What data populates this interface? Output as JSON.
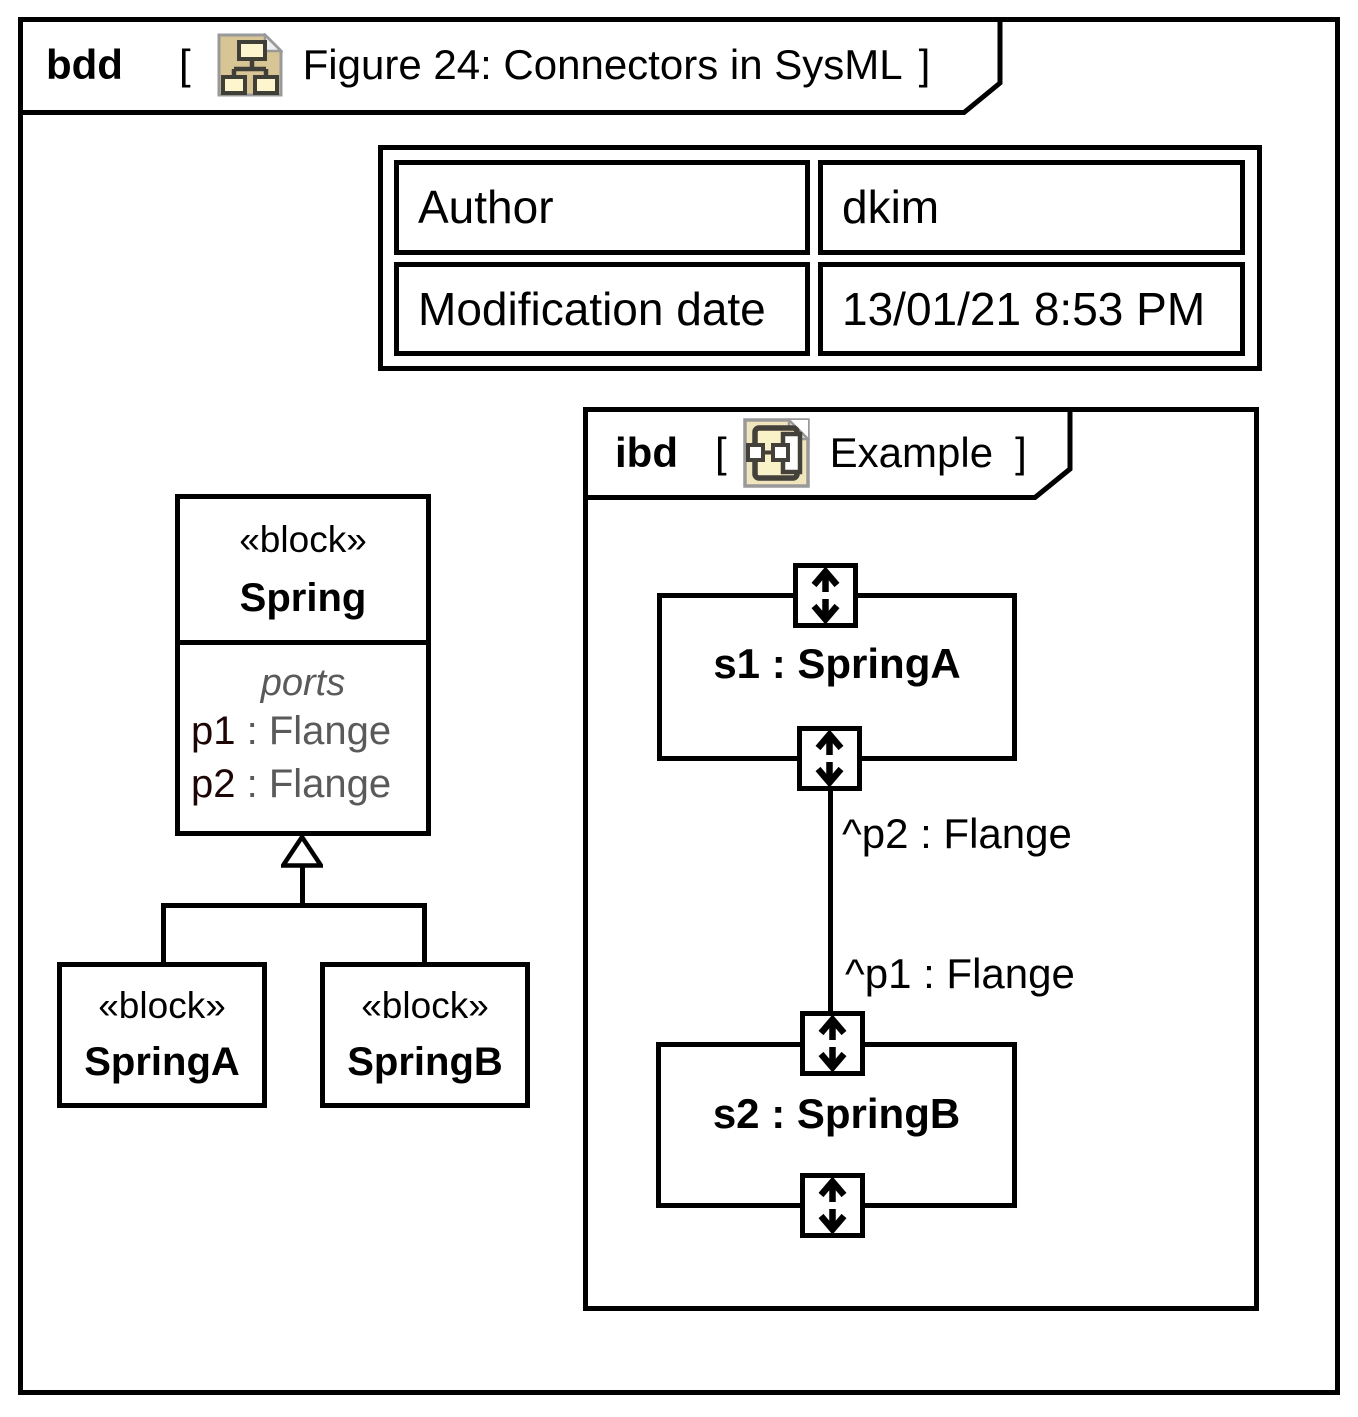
{
  "diagram": {
    "kind": "bdd",
    "bracket_open": "[",
    "bracket_close": "]",
    "title": "Figure 24: Connectors in SysML"
  },
  "info_table": {
    "rows": [
      {
        "label": "Author",
        "value": "dkim"
      },
      {
        "label": "Modification date",
        "value": "13/01/21 8:53 PM"
      }
    ]
  },
  "blocks": {
    "spring": {
      "stereotype": "«block»",
      "name": "Spring",
      "compartment_label": "ports",
      "ports": [
        {
          "name": "p1",
          "type": " : Flange"
        },
        {
          "name": "p2",
          "type": " : Flange"
        }
      ]
    },
    "spring_a": {
      "stereotype": "«block»",
      "name": "SpringA"
    },
    "spring_b": {
      "stereotype": "«block»",
      "name": "SpringB"
    }
  },
  "ibd": {
    "kind": "ibd",
    "bracket_open": "[",
    "bracket_close": "]",
    "title": "Example",
    "part1_label": "s1 : SpringA",
    "part2_label": "s2 : SpringB",
    "connector_end_top_label": "^p2 : Flange",
    "connector_end_bottom_label": "^p1 : Flange"
  },
  "icons": {
    "bdd_tab": "bdd-diagram-icon",
    "ibd_tab": "ibd-diagram-icon",
    "port": "port-direction-icon"
  },
  "colors": {
    "line": "#000000",
    "icon_tan": "#d8c596",
    "icon_pale_yellow": "#fdf5cd",
    "icon_dark": "#3f3f37",
    "gray_text": "#5a5a5a",
    "port_name_dark": "#1e0505"
  }
}
